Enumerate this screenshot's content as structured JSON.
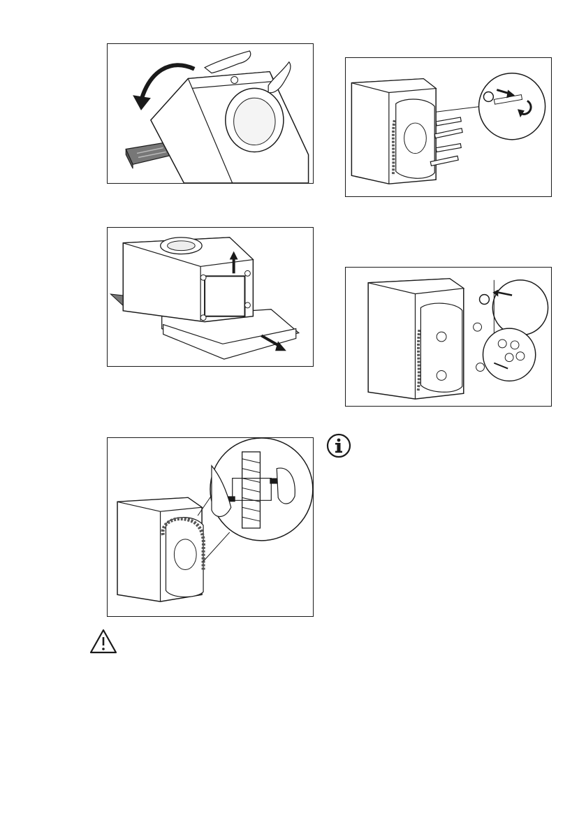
{
  "page": {
    "figures": [
      {
        "id": "fig1",
        "name": "tilt-machine-backwards-illustration"
      },
      {
        "id": "fig2",
        "name": "lift-machine-remove-base-illustration"
      },
      {
        "id": "fig3",
        "name": "release-hose-from-clips-illustration"
      },
      {
        "id": "fig4",
        "name": "remove-transit-bolts-illustration"
      },
      {
        "id": "fig5",
        "name": "insert-plastic-caps-illustration"
      }
    ],
    "symbols": {
      "warning": "warning-triangle-icon",
      "info": "info-circle-icon"
    }
  }
}
